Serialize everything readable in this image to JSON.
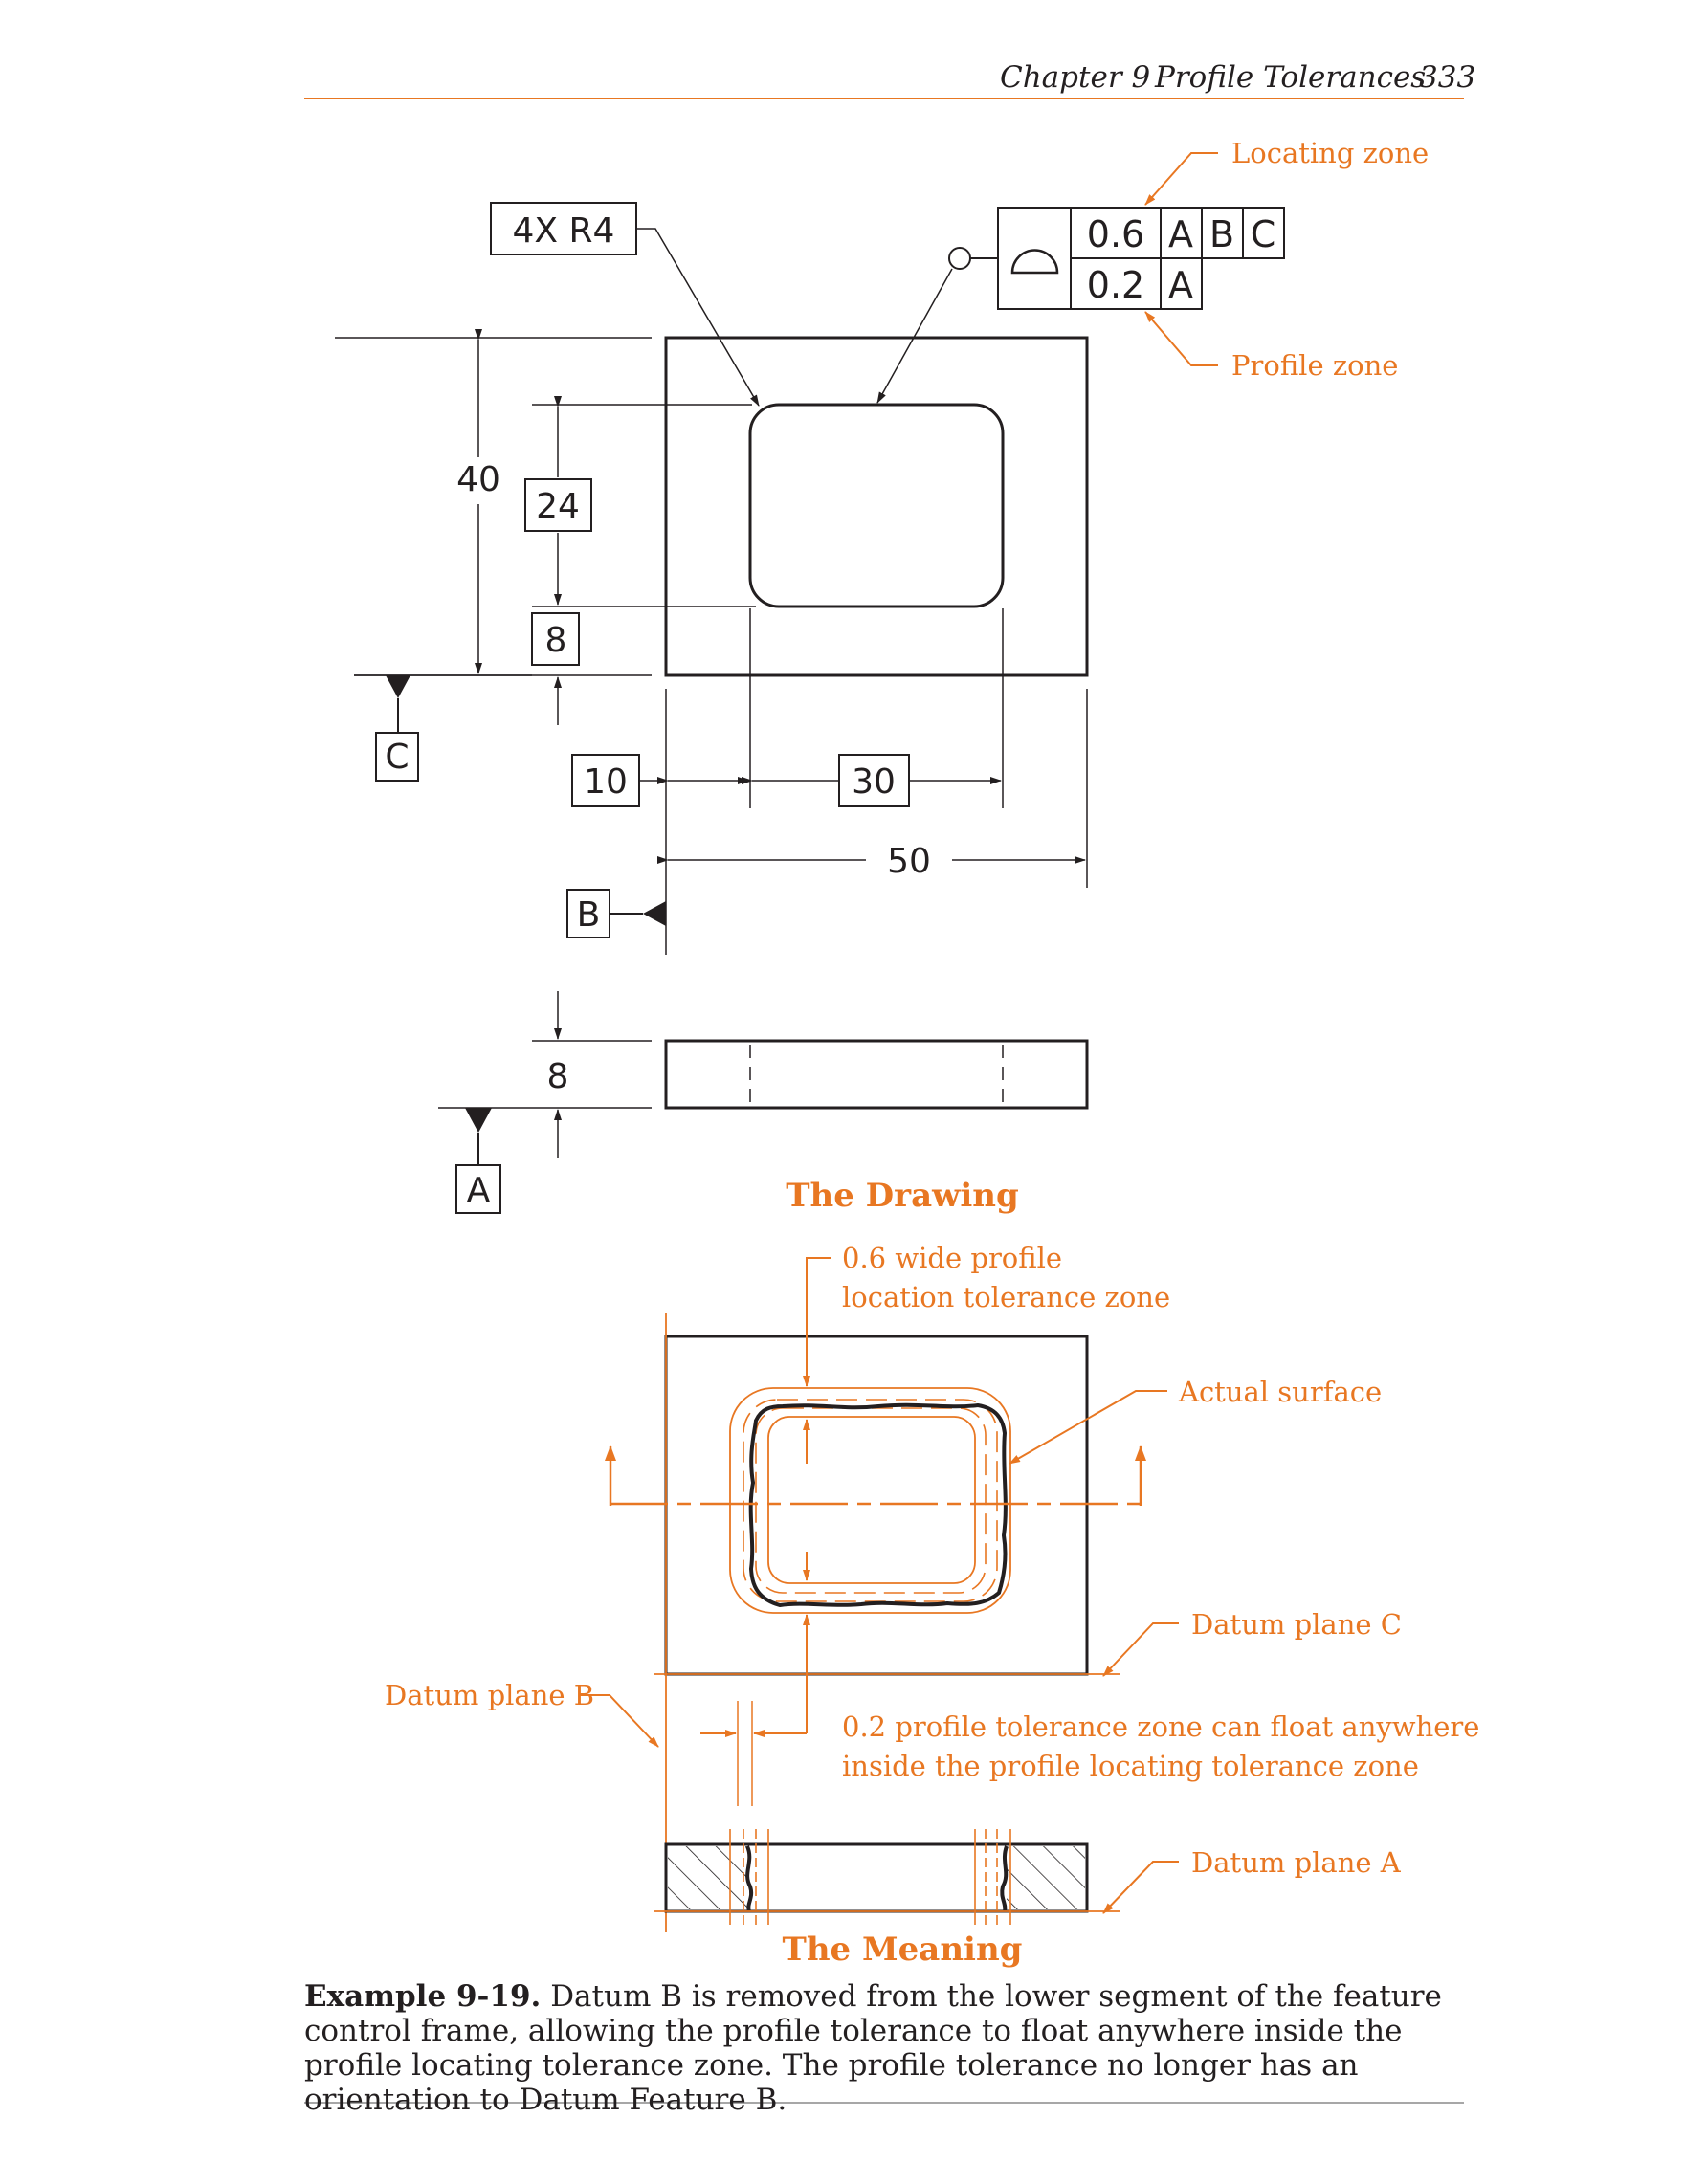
{
  "header": {
    "chapter": "Chapter 9",
    "section": "Profile Tolerances",
    "page": "333"
  },
  "drawing": {
    "title": "The Drawing",
    "radius_note": "4X  R4",
    "dims": {
      "overall_height": "40",
      "pocket_height": "24",
      "pocket_offset_y": "8",
      "pocket_offset_x": "10",
      "pocket_width": "30",
      "overall_width": "50",
      "thickness": "8"
    },
    "datums": {
      "a": "A",
      "b": "B",
      "c": "C"
    },
    "fcf": {
      "row1": {
        "tolerance": "0.6",
        "refs": [
          "A",
          "B",
          "C"
        ]
      },
      "row2": {
        "tolerance": "0.2",
        "refs": [
          "A"
        ]
      }
    },
    "callouts": {
      "locating_zone": "Locating zone",
      "profile_zone": "Profile zone"
    }
  },
  "meaning": {
    "title": "The Meaning",
    "zone_label_1": "0.6 wide profile",
    "zone_label_2": "location tolerance zone",
    "actual_surface": "Actual surface",
    "datum_c": "Datum plane C",
    "datum_b": "Datum plane B",
    "float_note_1": "0.2 profile tolerance zone can float anywhere",
    "float_note_2": "inside the profile locating tolerance zone",
    "datum_a": "Datum plane A"
  },
  "caption": {
    "label": "Example 9-19.",
    "text": "Datum B is removed from the lower segment of the feature control frame, allowing the profile tolerance to float anywhere inside the profile locating tolerance zone. The profile tolerance no longer has an orientation to Datum Feature B."
  },
  "colors": {
    "accent": "#e87722",
    "ink": "#231f20"
  }
}
